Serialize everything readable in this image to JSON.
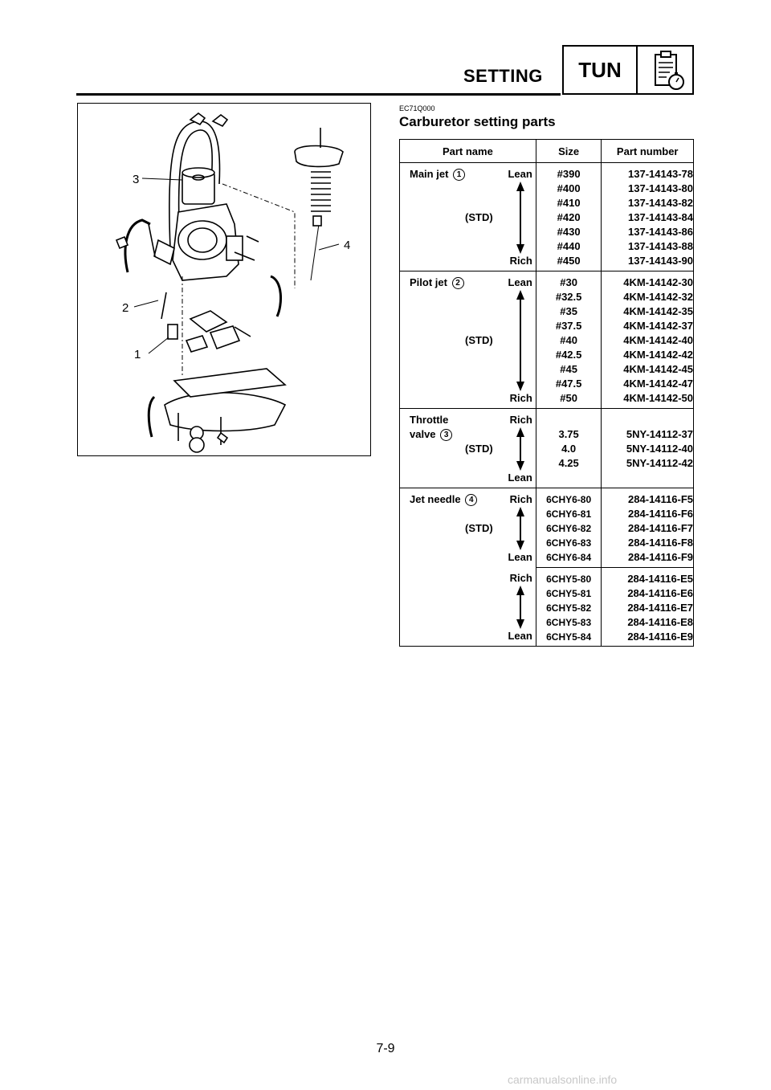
{
  "header": {
    "title": "SETTING",
    "badge": "TUN",
    "icon": "clipboard-stopwatch-icon"
  },
  "doc_code": "EC71Q000",
  "section_title": "Carburetor setting parts",
  "figure": {
    "callouts": [
      "1",
      "2",
      "3",
      "4"
    ]
  },
  "table": {
    "headers": [
      "Part name",
      "Size",
      "Part number"
    ],
    "main_jet": {
      "name": "Main jet",
      "ref": "1",
      "top": "Lean",
      "std": "(STD)",
      "bottom": "Rich",
      "sizes": [
        "#390",
        "#400",
        "#410",
        "#420",
        "#430",
        "#440",
        "#450"
      ],
      "numbers": [
        "137-14143-78",
        "137-14143-80",
        "137-14143-82",
        "137-14143-84",
        "137-14143-86",
        "137-14143-88",
        "137-14143-90"
      ]
    },
    "pilot_jet": {
      "name": "Pilot jet",
      "ref": "2",
      "top": "Lean",
      "std": "(STD)",
      "bottom": "Rich",
      "sizes": [
        "#30",
        "#32.5",
        "#35",
        "#37.5",
        "#40",
        "#42.5",
        "#45",
        "#47.5",
        "#50"
      ],
      "numbers": [
        "4KM-14142-30",
        "4KM-14142-32",
        "4KM-14142-35",
        "4KM-14142-37",
        "4KM-14142-40",
        "4KM-14142-42",
        "4KM-14142-45",
        "4KM-14142-47",
        "4KM-14142-50"
      ]
    },
    "throttle_valve": {
      "name_line1": "Throttle",
      "name_line2": "valve",
      "ref": "3",
      "top": "Rich",
      "std": "(STD)",
      "bottom": "Lean",
      "sizes": [
        "3.75",
        "4.0",
        "4.25"
      ],
      "numbers": [
        "5NY-14112-37",
        "5NY-14112-40",
        "5NY-14112-42"
      ]
    },
    "jet_needle": {
      "name": "Jet needle",
      "ref": "4",
      "top": "Rich",
      "std": "(STD)",
      "bottom": "Lean",
      "sizes": [
        "6CHY6-80",
        "6CHY6-81",
        "6CHY6-82",
        "6CHY6-83",
        "6CHY6-84"
      ],
      "numbers": [
        "284-14116-F5",
        "284-14116-F6",
        "284-14116-F7",
        "284-14116-F8",
        "284-14116-F9"
      ]
    },
    "jet_needle_2": {
      "top": "Rich",
      "bottom": "Lean",
      "sizes": [
        "6CHY5-80",
        "6CHY5-81",
        "6CHY5-82",
        "6CHY5-83",
        "6CHY5-84"
      ],
      "numbers": [
        "284-14116-E5",
        "284-14116-E6",
        "284-14116-E7",
        "284-14116-E8",
        "284-14116-E9"
      ]
    }
  },
  "footer": {
    "page_number": "7-9",
    "watermark": "carmanualsonline.info"
  }
}
